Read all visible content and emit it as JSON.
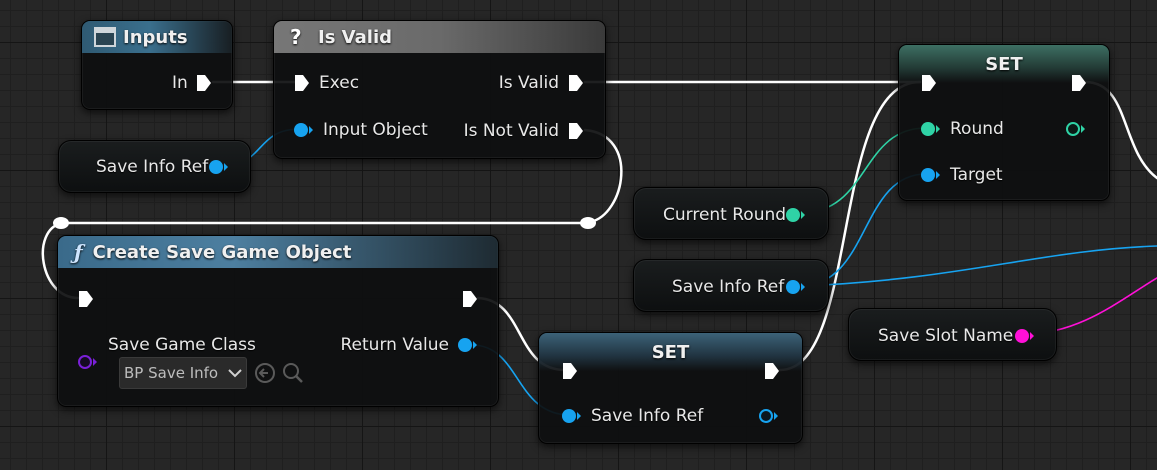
{
  "nodes": {
    "inputs": {
      "title": "Inputs",
      "pin_in": "In"
    },
    "is_valid": {
      "title": "Is Valid",
      "exec_in": "Exec",
      "input_object": "Input Object",
      "is_valid": "Is Valid",
      "is_not_valid": "Is Not Valid"
    },
    "save_info_ref_1": {
      "label": "Save Info Ref"
    },
    "set_round": {
      "title": "SET",
      "round": "Round",
      "target": "Target"
    },
    "current_round": {
      "label": "Current Round"
    },
    "save_info_ref_2": {
      "label": "Save Info Ref"
    },
    "create_save_game": {
      "title": "Create Save Game Object",
      "save_game_class": "Save Game Class",
      "return_value": "Return Value",
      "class_value": "BP Save Info"
    },
    "save_slot_name": {
      "label": "Save Slot Name"
    },
    "set_save_info": {
      "title": "SET",
      "save_info_ref": "Save Info Ref"
    }
  },
  "icons": {
    "inputs": "window-icon",
    "is_valid": "question-mark-icon",
    "create_save_game": "function-icon",
    "browse": "arrow-left-circle-icon",
    "search": "search-icon",
    "dropdown": "chevron-down-icon"
  },
  "colors": {
    "exec_wire": "#ffffff",
    "object_pin": "#17a3f0",
    "integer_pin": "#2fd3a6",
    "string_pin": "#ff10d8",
    "class_pin": "#7a20d8"
  }
}
